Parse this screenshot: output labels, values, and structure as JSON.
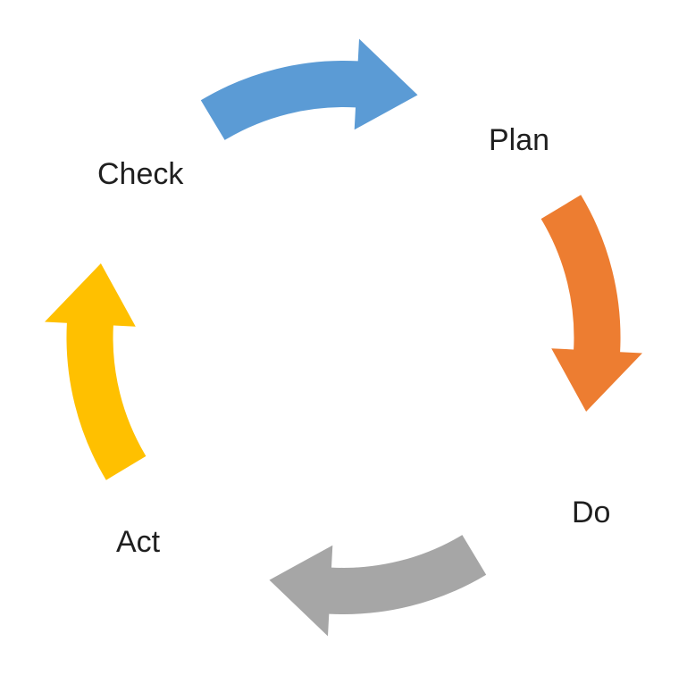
{
  "diagram": {
    "name": "PDCA cycle",
    "type": "cycle",
    "background_color": "#ffffff",
    "label_color": "#1f1f1f",
    "labels": [
      {
        "id": "plan",
        "text": "Plan"
      },
      {
        "id": "do",
        "text": "Do"
      },
      {
        "id": "act",
        "text": "Act"
      },
      {
        "id": "check",
        "text": "Check"
      }
    ],
    "arrows": [
      {
        "id": "check-to-plan",
        "position": "top",
        "direction": "clockwise",
        "color": "#5B9BD5"
      },
      {
        "id": "plan-to-do",
        "position": "right",
        "direction": "clockwise",
        "color": "#ED7D31"
      },
      {
        "id": "do-to-act",
        "position": "bottom",
        "direction": "clockwise",
        "color": "#A6A6A6"
      },
      {
        "id": "act-to-check",
        "position": "left",
        "direction": "clockwise",
        "color": "#FFC000"
      }
    ]
  }
}
